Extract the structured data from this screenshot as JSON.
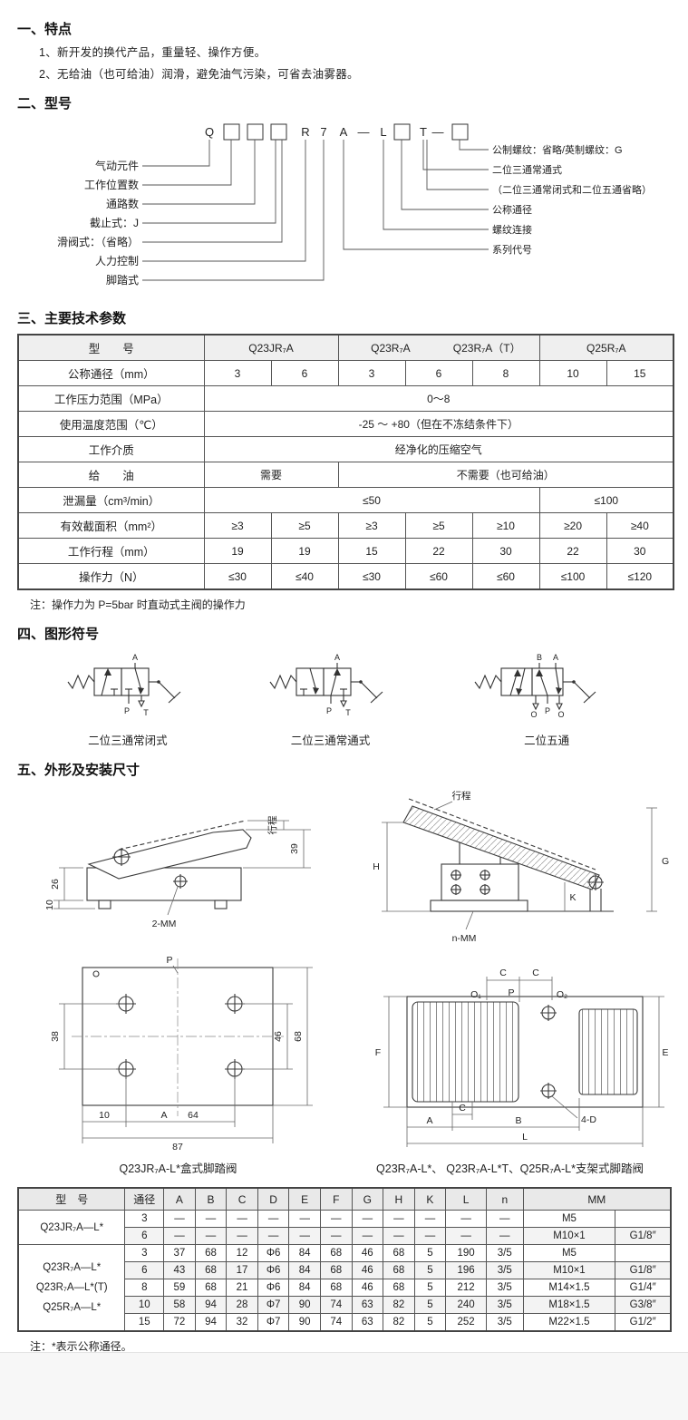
{
  "features": {
    "title": "一、特点",
    "items": [
      "1、新开发的换代产品，重量轻、操作方便。",
      "2、无给油（也可给油）润滑，避免油气污染，可省去油雾器。"
    ]
  },
  "model": {
    "title": "二、型号",
    "code": {
      "q": "Q",
      "r": "R",
      "seven": "7",
      "a": "A",
      "dash1": "—",
      "l": "L",
      "t": "T",
      "dash2": "—"
    },
    "left_labels": [
      "气动元件",
      "工作位置数",
      "通路数",
      "截止式：J",
      "滑阀式：（省略）",
      "人力控制",
      "脚踏式"
    ],
    "right_labels": [
      "公制螺纹：省略/英制螺纹：G",
      "二位三通常通式",
      "（二位三通常闭式和二位五通省略）",
      "公称通径",
      "螺纹连接",
      "系列代号"
    ]
  },
  "params": {
    "title": "三、主要技术参数",
    "note": "注：操作力为 P=5bar 时直动式主阀的操作力",
    "rows": [
      {
        "label": "型　　号",
        "cells": [
          {
            "t": "Q23JR₇A"
          },
          {
            "t": "Q23R₇A",
            "t2": "Q23R₇A（T）"
          },
          {
            "t": "Q25R₇A"
          }
        ]
      },
      {
        "label": "公称通径（mm）",
        "cells": [
          {
            "t": "3"
          },
          {
            "t": "6"
          },
          {
            "t": "3"
          },
          {
            "t": "6"
          },
          {
            "t": "8"
          },
          {
            "t": "10"
          },
          {
            "t": "15"
          }
        ]
      },
      {
        "label": "工作压力范围（MPa）",
        "cells": [
          {
            "t": "0～8"
          }
        ]
      },
      {
        "label": "使用温度范围（℃）",
        "cells": [
          {
            "t": "-25 ～ +80（但在不冻结条件下）"
          }
        ]
      },
      {
        "label": "工作介质",
        "cells": [
          {
            "t": "经净化的压缩空气"
          }
        ]
      },
      {
        "label": "给　　油",
        "cells": [
          {
            "t": "需要"
          },
          {
            "t": "不需要（也可给油）"
          }
        ]
      },
      {
        "label": "泄漏量（cm³/min）",
        "cells": [
          {
            "t": "≤50"
          },
          {
            "t": "≤100"
          }
        ]
      },
      {
        "label": "有效截面积（mm²）",
        "cells": [
          {
            "t": "≥3"
          },
          {
            "t": "≥5"
          },
          {
            "t": "≥3"
          },
          {
            "t": "≥5"
          },
          {
            "t": "≥10"
          },
          {
            "t": "≥20"
          },
          {
            "t": "≥40"
          }
        ]
      },
      {
        "label": "工作行程（mm）",
        "cells": [
          {
            "t": "19"
          },
          {
            "t": "19"
          },
          {
            "t": "15"
          },
          {
            "t": "22"
          },
          {
            "t": "30"
          },
          {
            "t": "22"
          },
          {
            "t": "30"
          }
        ]
      },
      {
        "label": "操作力（N）",
        "cells": [
          {
            "t": "≤30"
          },
          {
            "t": "≤40"
          },
          {
            "t": "≤30"
          },
          {
            "t": "≤60"
          },
          {
            "t": "≤60"
          },
          {
            "t": "≤100"
          },
          {
            "t": "≤120"
          }
        ]
      }
    ]
  },
  "symbols": {
    "title": "四、图形符号",
    "items": [
      {
        "caption": "二位三通常闭式",
        "ports": {
          "a": "A",
          "p": "P",
          "t": "T"
        }
      },
      {
        "caption": "二位三通常通式",
        "ports": {
          "a": "A",
          "p": "P",
          "t": "T"
        }
      },
      {
        "caption": "二位五通",
        "ports": {
          "b": "B",
          "a": "A",
          "o1": "O",
          "p": "P",
          "o2": "O"
        }
      }
    ]
  },
  "dims": {
    "title": "五、外形及安装尺寸",
    "figA": {
      "caption": "Q23JR₇A-L*盒式脚踏阀",
      "labels": {
        "xingcheng": "行程",
        "d39": "39",
        "d26": "26",
        "d10": "10",
        "mm2": "2-MM",
        "p": "P",
        "d38": "38",
        "d46": "46",
        "d68": "68",
        "d10b": "10",
        "a": "A",
        "d64": "64",
        "d87": "87"
      }
    },
    "figB": {
      "caption": "Q23R₇A-L*、 Q23R₇A-L*T、Q25R₇A-L*支架式脚踏阀",
      "labels": {
        "xingcheng": "行程",
        "h": "H",
        "k": "K",
        "g": "G",
        "nmm": "n-MM",
        "c1": "C",
        "c2": "C",
        "o1": "O₁",
        "p": "P",
        "o2": "O₂",
        "f": "F",
        "e": "E",
        "d4": "4-D",
        "a": "A",
        "b": "B",
        "c3": "C",
        "l": "L"
      }
    },
    "table": {
      "headers": [
        "型　号",
        "通径",
        "A",
        "B",
        "C",
        "D",
        "E",
        "F",
        "G",
        "H",
        "K",
        "L",
        "n",
        "MM"
      ],
      "group1_label": "Q23JR₇A—L*",
      "group2_labels": [
        "Q23R₇A—L*",
        "Q23R₇A—L*(T)",
        "Q25R₇A—L*"
      ],
      "rows": [
        {
          "dn": "3",
          "vals": [
            "—",
            "—",
            "—",
            "—",
            "—",
            "—",
            "—",
            "—",
            "—",
            "—",
            "—"
          ],
          "mm": "M5",
          "g": ""
        },
        {
          "dn": "6",
          "vals": [
            "—",
            "—",
            "—",
            "—",
            "—",
            "—",
            "—",
            "—",
            "—",
            "—",
            "—"
          ],
          "mm": "M10×1",
          "g": "G1/8″"
        },
        {
          "dn": "3",
          "vals": [
            "37",
            "68",
            "12",
            "Φ6",
            "84",
            "68",
            "46",
            "68",
            "5",
            "190",
            "3/5"
          ],
          "mm": "M5",
          "g": ""
        },
        {
          "dn": "6",
          "vals": [
            "43",
            "68",
            "17",
            "Φ6",
            "84",
            "68",
            "46",
            "68",
            "5",
            "196",
            "3/5"
          ],
          "mm": "M10×1",
          "g": "G1/8″"
        },
        {
          "dn": "8",
          "vals": [
            "59",
            "68",
            "21",
            "Φ6",
            "84",
            "68",
            "46",
            "68",
            "5",
            "212",
            "3/5"
          ],
          "mm": "M14×1.5",
          "g": "G1/4″"
        },
        {
          "dn": "10",
          "vals": [
            "58",
            "94",
            "28",
            "Φ7",
            "90",
            "74",
            "63",
            "82",
            "5",
            "240",
            "3/5"
          ],
          "mm": "M18×1.5",
          "g": "G3/8″"
        },
        {
          "dn": "15",
          "vals": [
            "72",
            "94",
            "32",
            "Φ7",
            "90",
            "74",
            "63",
            "82",
            "5",
            "252",
            "3/5"
          ],
          "mm": "M22×1.5",
          "g": "G1/2″"
        }
      ],
      "note": "注：*表示公称通径。"
    }
  }
}
